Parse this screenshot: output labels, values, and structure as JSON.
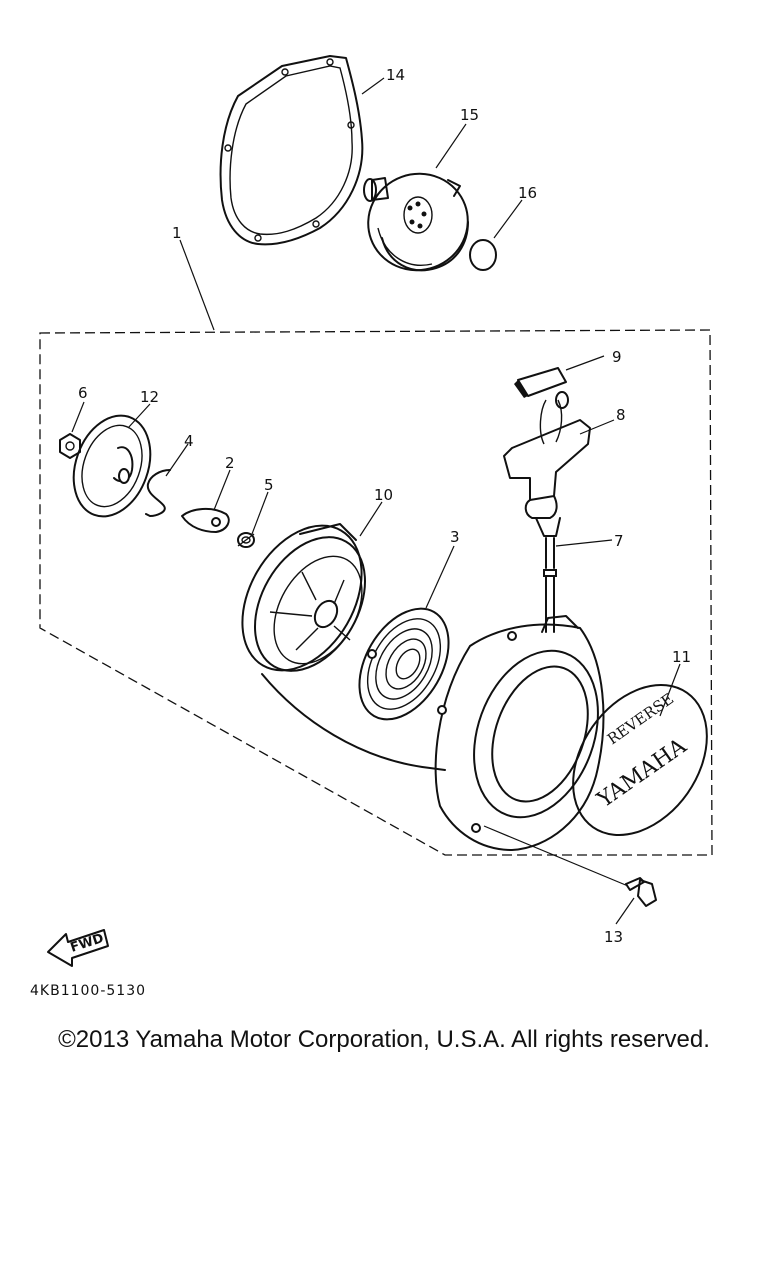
{
  "callouts": {
    "p1": "1",
    "p2": "2",
    "p3": "3",
    "p4": "4",
    "p5": "5",
    "p6": "6",
    "p7": "7",
    "p8": "8",
    "p9": "9",
    "p10": "10",
    "p11": "11",
    "p12": "12",
    "p13": "13",
    "p14": "14",
    "p15": "15",
    "p16": "16"
  },
  "emblem": {
    "line1": "REVERSE",
    "line2": "YAMAHA"
  },
  "fwd_label": "FWD",
  "diagram_code": "4KB1100-5130",
  "copyright": "©2013 Yamaha Motor Corporation, U.S.A. All rights reserved."
}
